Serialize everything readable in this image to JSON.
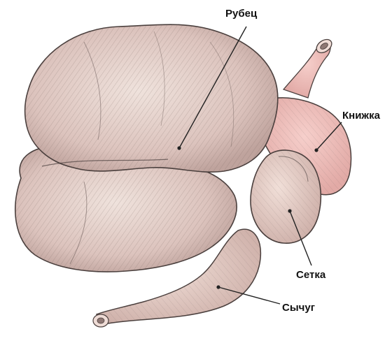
{
  "labels": {
    "rumen": "Рубец",
    "omasum": "Книжка",
    "reticulum": "Сетка",
    "abomasum": "Сычуг"
  },
  "colors": {
    "background": "#ffffff",
    "body_fill": "#dcc3bd",
    "body_light": "#efe2dc",
    "pink_tint": "#f3c4c1",
    "outline": "#4a3f3d",
    "hatch": "#6f5f5c",
    "label_text": "#111111",
    "leader_line": "#222222"
  }
}
